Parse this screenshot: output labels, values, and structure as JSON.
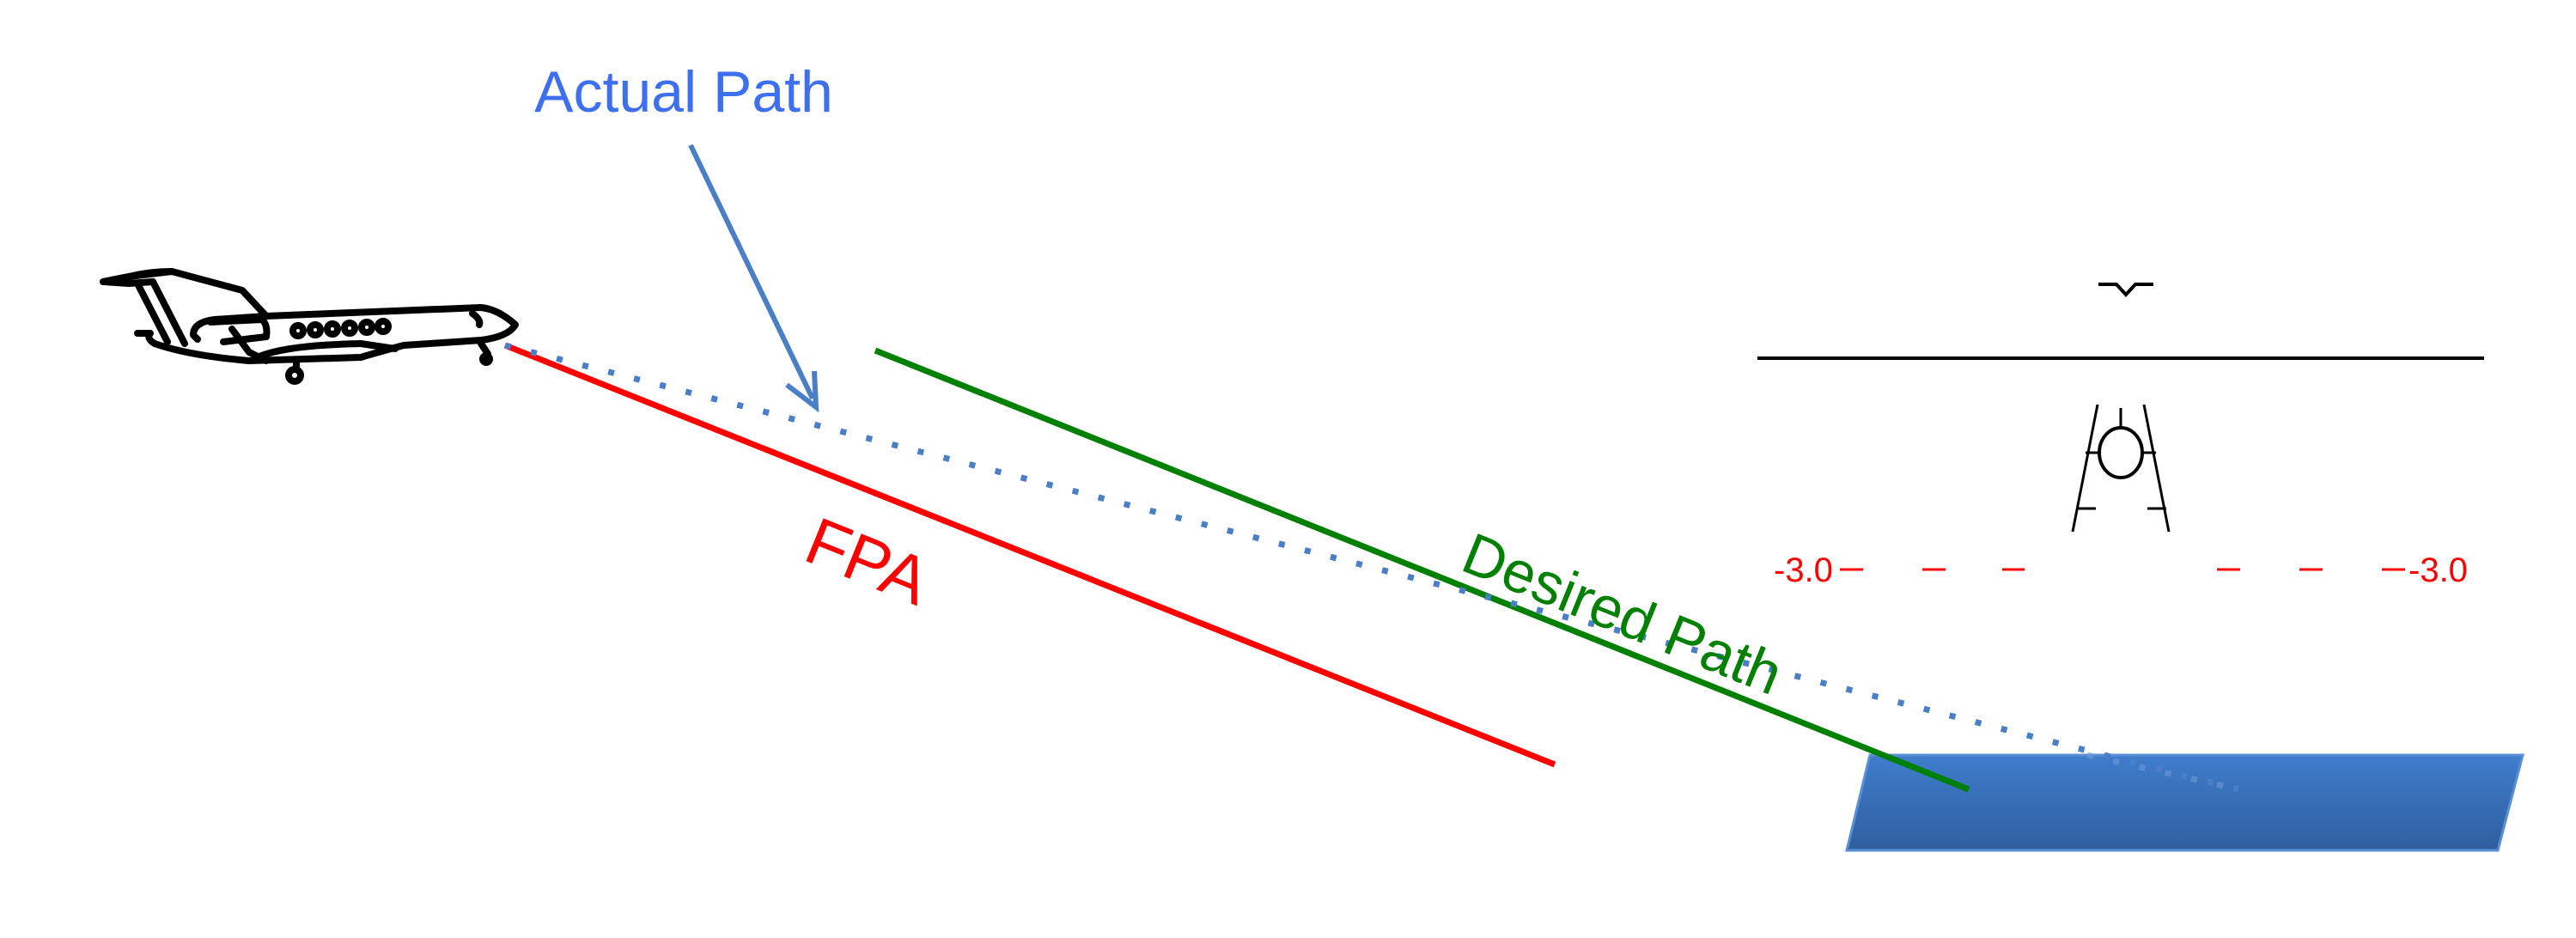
{
  "labels": {
    "actual_path": "Actual Path",
    "fpa": "FPA",
    "desired_path": "Desired Path"
  },
  "display": {
    "pitch_left": "-3.0",
    "pitch_right": "-3.0"
  },
  "colors": {
    "actual_path": "#4a7fc8",
    "fpa": "#ff0000",
    "desired_path": "#008000",
    "runway": "#3b78c6",
    "pitch_ladder": "#ff0000"
  }
}
